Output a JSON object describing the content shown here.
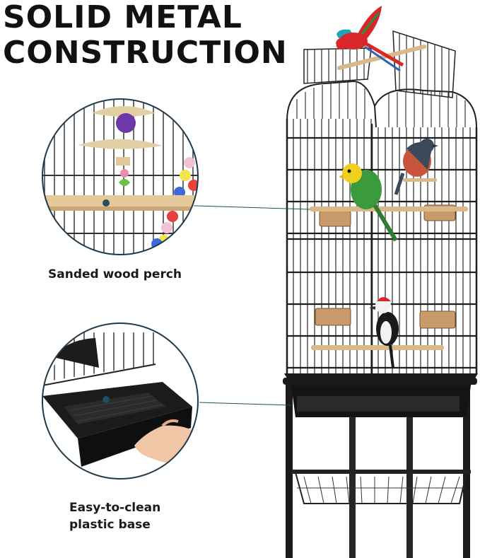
{
  "headline": {
    "line1": "SOLID METAL",
    "line2": "CONSTRUCTION"
  },
  "callouts": [
    {
      "caption": "Sanded wood perch"
    },
    {
      "caption_line1": "Easy-to-clean",
      "caption_line2": "plastic base"
    }
  ],
  "colors": {
    "callout_ring": "#1f3a4a",
    "pointer_dot": "#1f4f63",
    "cage_wire": "#222222",
    "perch_wood": "#d9b88a"
  },
  "icons": {
    "parrot_red": "red-macaw-icon",
    "parakeet": "green-parakeet-icon",
    "woodpecker": "woodpecker-icon",
    "songbird": "songbird-icon"
  }
}
